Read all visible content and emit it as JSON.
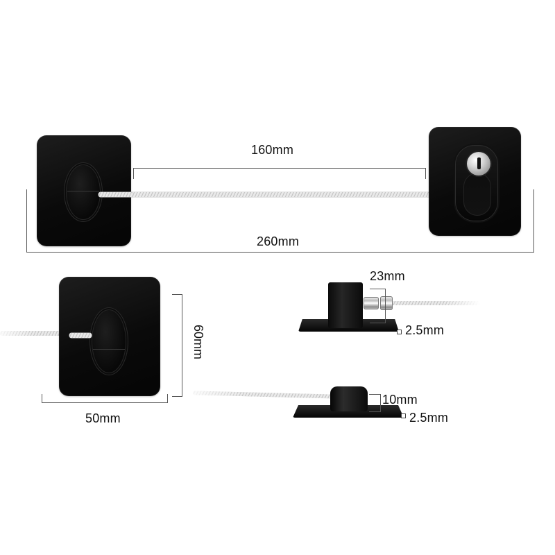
{
  "diagram": {
    "subject": "Cable lock with adhesive mounting pads",
    "top_view": {
      "inner_length_label": "160mm",
      "total_length_label": "260mm",
      "left_part": "adhesive-anchor-pad",
      "right_part": "key-lock-pad"
    },
    "pad_detail": {
      "width_label": "50mm",
      "height_label": "60mm"
    },
    "lock_side_view": {
      "height_label": "23mm",
      "base_thickness_label": "2.5mm"
    },
    "anchor_side_view": {
      "height_label": "10mm",
      "base_thickness_label": "2.5mm"
    },
    "colors": {
      "background": "#ffffff",
      "pad": "#0a0a0a",
      "cable": "#d8d8d8",
      "dimension_line": "#555555",
      "text": "#111111"
    }
  }
}
